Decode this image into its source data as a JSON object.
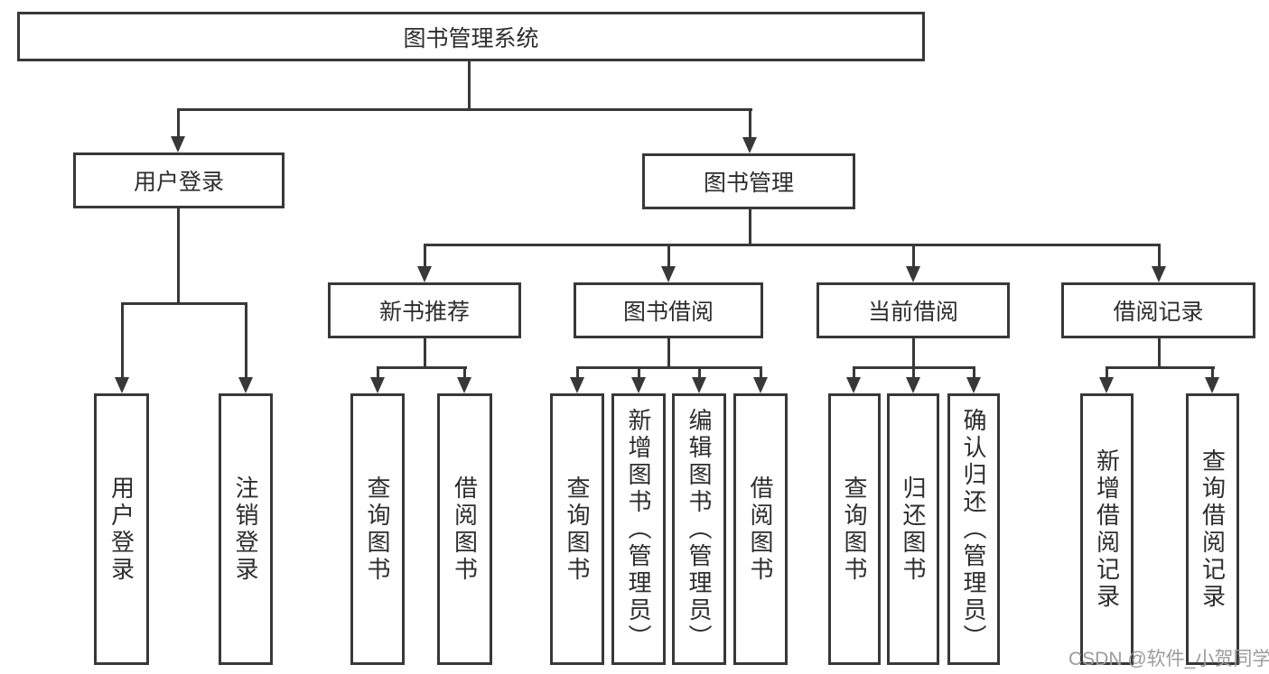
{
  "diagram_title": "图书管理系统",
  "nodes": {
    "root": {
      "label": "图书管理系统"
    },
    "level2": {
      "user_login": {
        "label": "用户登录"
      },
      "book_management": {
        "label": "图书管理"
      }
    },
    "level3": {
      "new_book_recommend": {
        "label": "新书推荐"
      },
      "book_borrow": {
        "label": "图书借阅"
      },
      "current_borrow": {
        "label": "当前借阅"
      },
      "borrow_record": {
        "label": "借阅记录"
      }
    },
    "leaves": {
      "user_login": {
        "label": "用户登录"
      },
      "logout": {
        "label": "注销登录"
      },
      "nbr_query_book": {
        "label": "查询图书"
      },
      "nbr_borrow_book": {
        "label": "借阅图书"
      },
      "bb_query_book": {
        "label": "查询图书"
      },
      "bb_add_book": {
        "label": "新增图书（管理员）"
      },
      "bb_edit_book": {
        "label": "编辑图书（管理员）"
      },
      "bb_borrow_book": {
        "label": "借阅图书"
      },
      "cb_query_book": {
        "label": "查询图书"
      },
      "cb_return_book": {
        "label": "归还图书"
      },
      "cb_confirm_return": {
        "label": "确认归还（管理员）"
      },
      "br_add_record": {
        "label": "新增借阅记录"
      },
      "br_query_record": {
        "label": "查询借阅记录"
      }
    }
  },
  "watermark": {
    "text": "CSDN @软件_小贺同学"
  },
  "colors": {
    "line": "#383838",
    "text": "#2d2d2d",
    "watermark": "#9c9c9c",
    "background": "#ffffff"
  }
}
